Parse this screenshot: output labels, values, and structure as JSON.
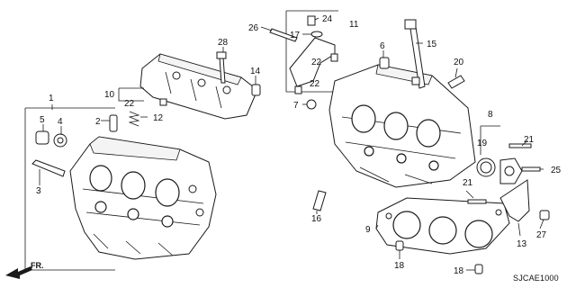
{
  "diagram": {
    "callouts": [
      "1",
      "2",
      "3",
      "4",
      "5",
      "6",
      "7",
      "8",
      "9",
      "10",
      "11",
      "12",
      "13",
      "14",
      "15",
      "16",
      "17",
      "18",
      "18",
      "19",
      "20",
      "21",
      "21",
      "22",
      "22",
      "22",
      "24",
      "25",
      "26",
      "27",
      "28"
    ],
    "diagram_code": "SJCAE1000",
    "direction_label": "FR."
  }
}
